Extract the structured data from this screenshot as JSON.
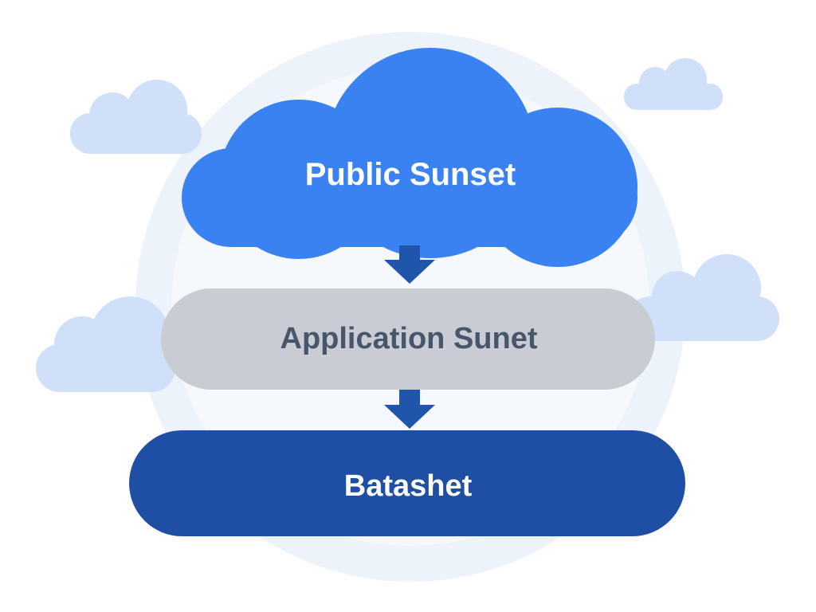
{
  "diagram": {
    "type": "cloud-architecture-illustration",
    "nodes": [
      {
        "id": "public-subnet-cloud",
        "label": "Public Sunset",
        "shape": "cloud",
        "fill": "#3a82f1",
        "text_color": "#ffffff"
      },
      {
        "id": "application-subnet",
        "label": "Application Sunet",
        "shape": "pill",
        "fill": "#c9ccd2",
        "text_color": "#47566b"
      },
      {
        "id": "database",
        "label": "Batashet",
        "shape": "pill",
        "fill": "#1e4fa4",
        "text_color": "#ffffff"
      }
    ],
    "connectors": [
      {
        "from": "public-subnet-cloud",
        "to": "application-subnet",
        "type": "block-arrow-down",
        "color": "#1f55ab"
      },
      {
        "from": "application-subnet",
        "to": "database",
        "type": "block-arrow-down",
        "color": "#1f55ab"
      }
    ],
    "background": {
      "page_color": "#ffffff",
      "circle_outer_color": "#ecf3fb",
      "circle_inner_color": "#f5f9fd",
      "decorative_cloud_color": "#cfe0f8",
      "decorative_cloud_count": 4
    }
  }
}
